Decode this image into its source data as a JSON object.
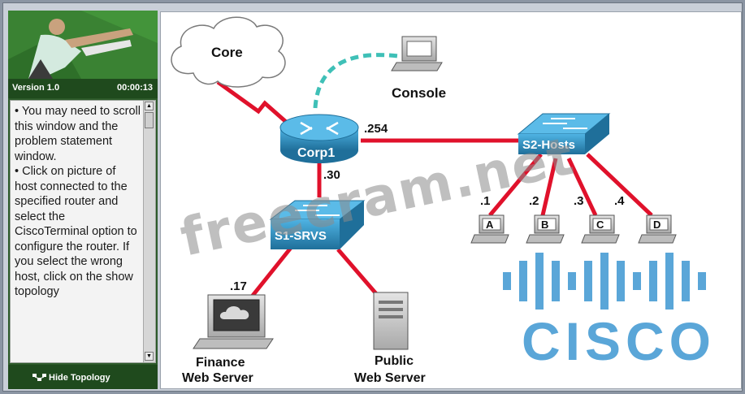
{
  "panel": {
    "version": "Version 1.0",
    "timer": "00:00:13",
    "paragraphs": [
      "• You may need to scroll this window and the problem statement window.",
      "• Click on picture of host connected to the specified router and select the CiscoTerminal option to configure the router. If you select the wrong host, click on the show topology"
    ],
    "hide_topology_label": "Hide Topology"
  },
  "diagram": {
    "labels": {
      "core": "Core",
      "console": "Console",
      "corp1": "Corp1",
      "s2_hosts": "S2-Hosts",
      "s1_srvs": "S1-SRVS",
      "ip_254": ".254",
      "ip_30": ".30",
      "ip_17": ".17",
      "ip_1": ".1",
      "ip_2": ".2",
      "ip_3": ".3",
      "ip_4": ".4",
      "host_a": "A",
      "host_b": "B",
      "host_c": "C",
      "host_d": "D",
      "finance_1": "Finance",
      "finance_2": "Web Server",
      "public_1": "Public",
      "public_2": "Web Server"
    },
    "watermark": "freecram.net",
    "logo_text": "CISCO"
  },
  "colors": {
    "link": "#e0112b",
    "console_link": "#3fc0b7",
    "device_blue": "#2b8fbf",
    "panel_green": "#2d5a2a",
    "logo_blue": "#5aa6d8"
  }
}
